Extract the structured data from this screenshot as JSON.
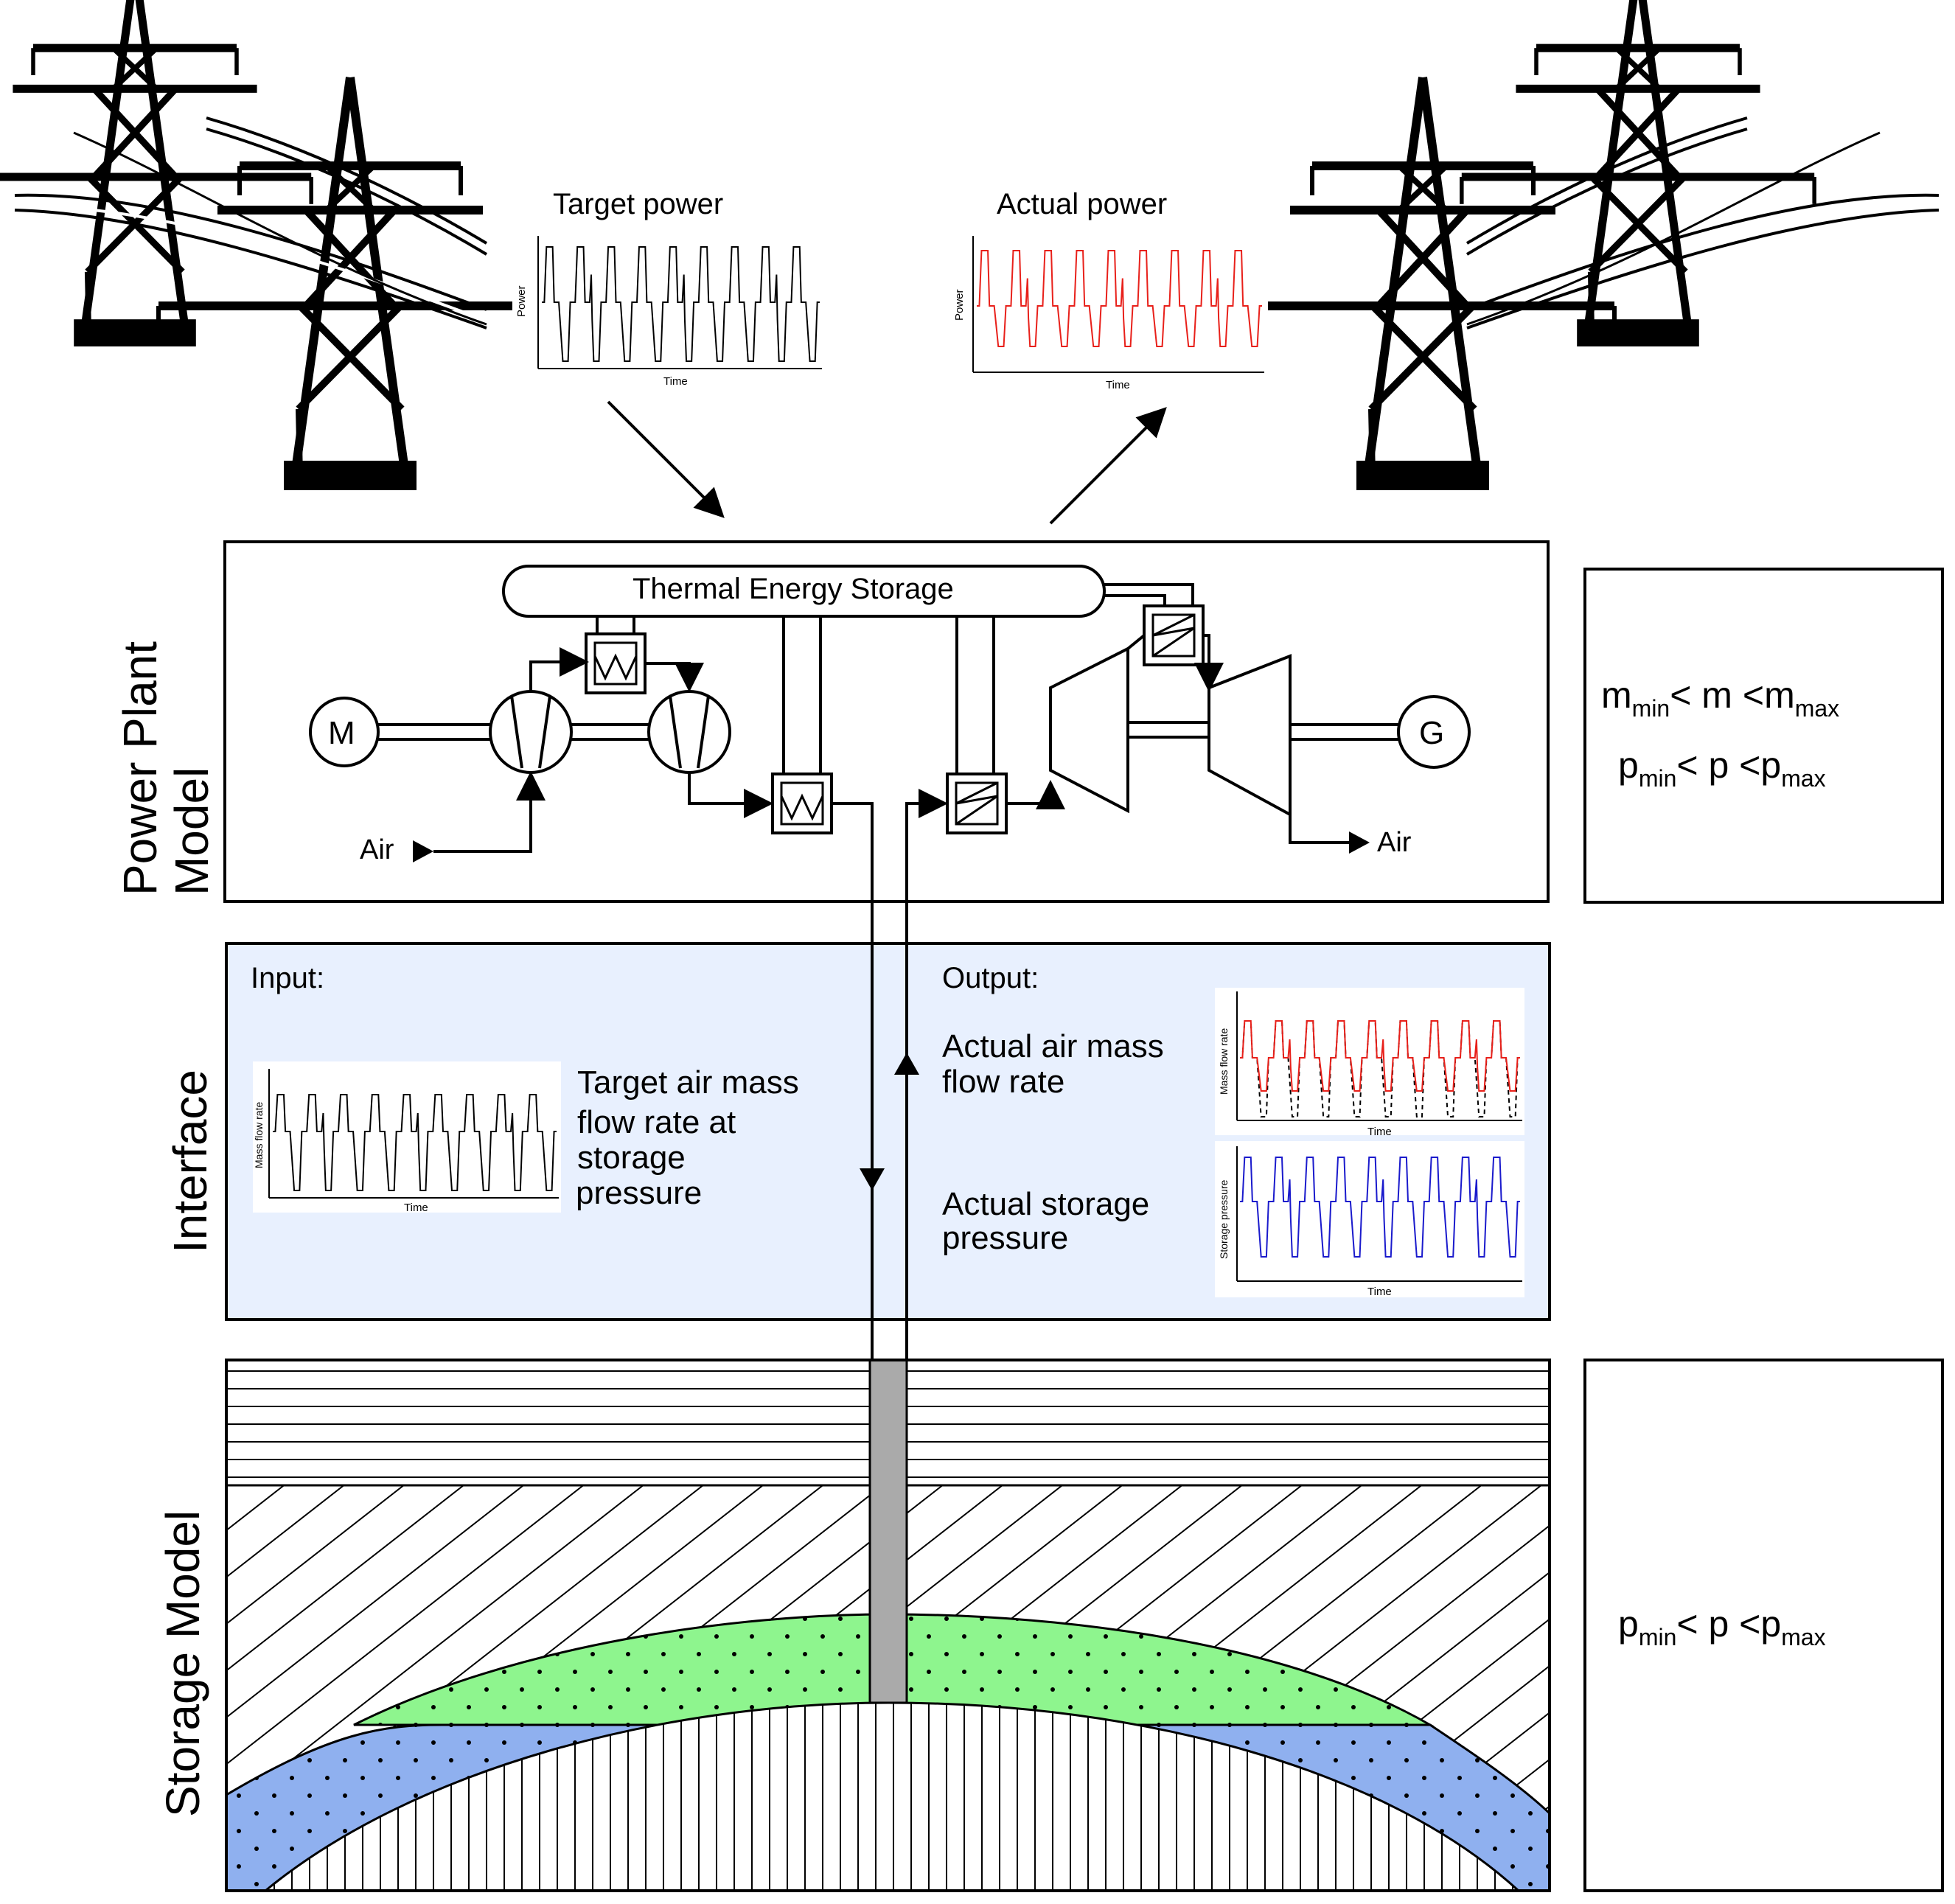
{
  "charts": {
    "target_power": {
      "title": "Target power",
      "xlabel": "Time",
      "ylabel": "Power",
      "color": "#000000"
    },
    "actual_power": {
      "title": "Actual power",
      "xlabel": "Time",
      "ylabel": "Power",
      "color": "#e8201a"
    },
    "input_mass_flow": {
      "xlabel": "Time",
      "ylabel": "Mass flow rate",
      "color": "#000000"
    },
    "output_mass_flow": {
      "xlabel": "Time",
      "ylabel": "Mass flow rate",
      "color": "#e8201a"
    },
    "output_pressure": {
      "xlabel": "Time",
      "ylabel": "Storage pressure",
      "color": "#1a1acc"
    }
  },
  "power_plant": {
    "title_line1": "Power Plant",
    "title_line2": "Model",
    "tes_label": "Thermal Energy Storage",
    "motor_label": "M",
    "generator_label": "G",
    "air_in_label": "Air",
    "air_out_label": "Air",
    "constraint_mass": {
      "m": "m",
      "sub_min": "min",
      "mid": "< m <",
      "sub_max": "max"
    },
    "constraint_pressure": {
      "p": "p",
      "sub_min": "min",
      "mid": "< p <",
      "sub_max": "max"
    }
  },
  "interface": {
    "title": "Interface",
    "input_heading": "Input:",
    "output_heading": "Output:",
    "input_text": [
      "Target air mass",
      "flow rate at",
      "storage",
      "pressure"
    ],
    "output_mass_text": [
      "Actual air mass",
      "flow rate"
    ],
    "output_pressure_text": [
      "Actual storage",
      "pressure"
    ],
    "bg_color": "#e8f0fe"
  },
  "storage": {
    "title": "Storage Model",
    "constraint_pressure": {
      "p": "p",
      "sub_min": "min",
      "mid": "< p <",
      "sub_max": "max"
    },
    "air_layer_color": "#8ef58e",
    "water_layer_color": "#8fb0ef",
    "well_color": "#aaaaaa"
  }
}
